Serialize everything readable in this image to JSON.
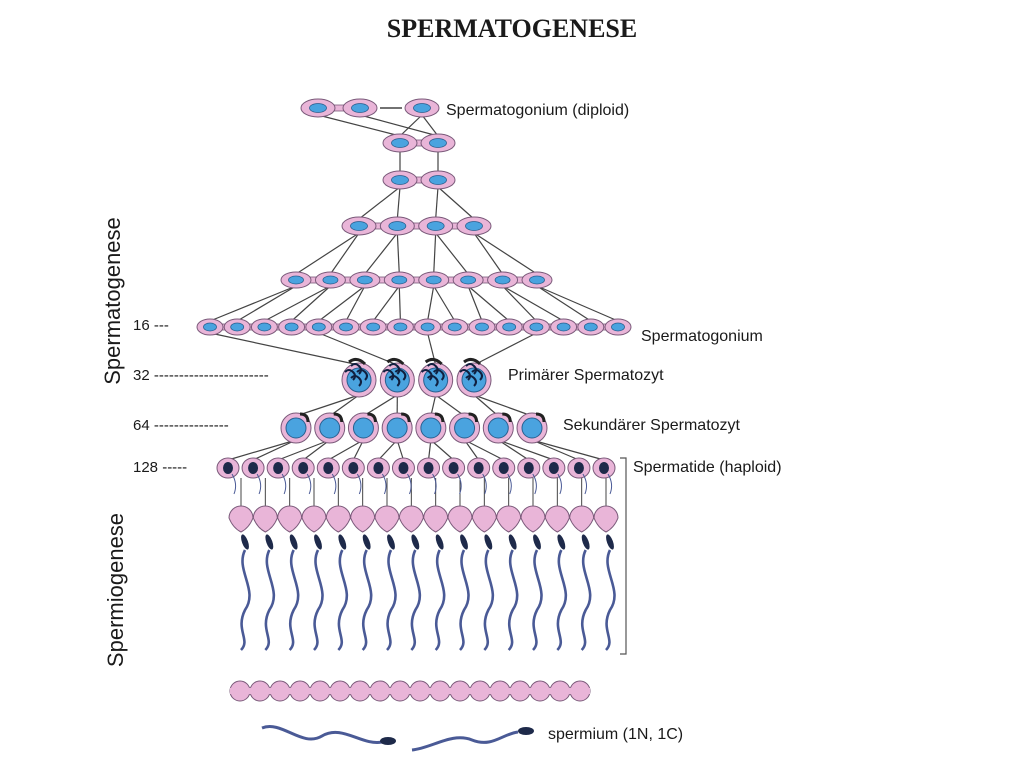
{
  "title": "SPERMATOGENESE",
  "side_labels": {
    "spermatogenese": "Spermatogenese",
    "spermiogenese": "Spermiogenese"
  },
  "labels": {
    "spermatogonium_diploid": "Spermatogonium (diploid)",
    "spermatogonium": "Spermatogonium",
    "primaer": "Primärer Spermatozyt",
    "sekundaer": "Sekundärer Spermatozyt",
    "spermatide": "Spermatide (haploid)",
    "spermium": "spermium (1N, 1C)"
  },
  "counts": {
    "c16": "16 ---",
    "c32": "32 -----------------------",
    "c64": "64 ---------------",
    "c128": "128 -----"
  },
  "colors": {
    "cytoplasm": "#e9b5d8",
    "membrane": "#7a5a7a",
    "nucleus": "#4aa3df",
    "sperm": "#4a5a96",
    "line": "#444444"
  }
}
